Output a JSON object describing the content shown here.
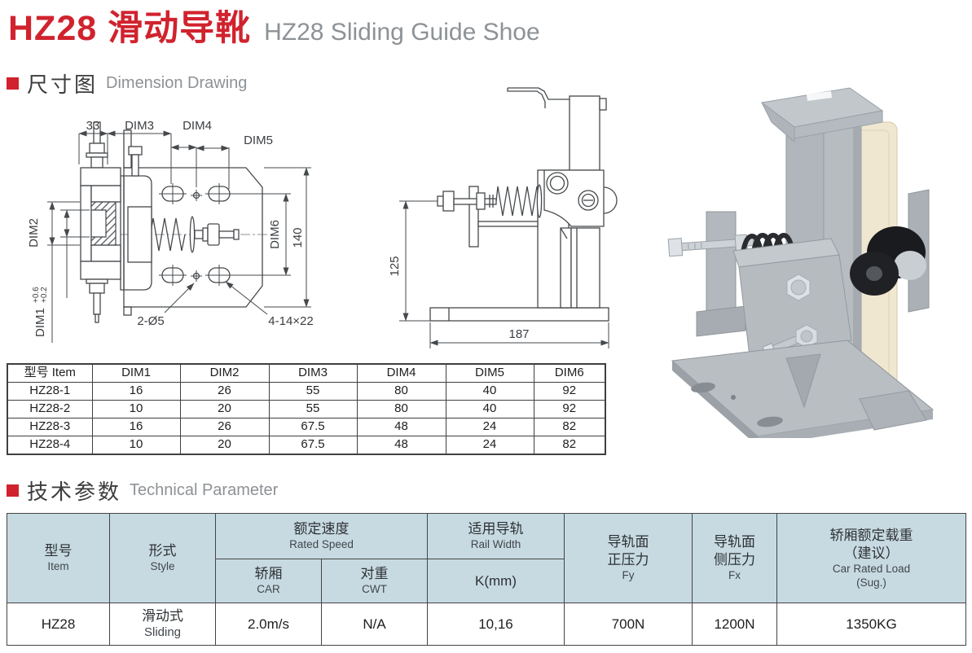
{
  "header": {
    "title_cn": "HZ28 滑动导靴",
    "title_en": "HZ28 Sliding Guide Shoe"
  },
  "sections": {
    "dimension": {
      "cn": "尺寸图",
      "en": "Dimension Drawing"
    },
    "technical": {
      "cn": "技术参数",
      "en": "Technical Parameter"
    }
  },
  "drawings": {
    "front": {
      "dim_33": "33",
      "dim3": "DIM3",
      "dim4": "DIM4",
      "dim5": "DIM5",
      "dim2": "DIM2",
      "dim1": "DIM1",
      "dim1_tol_top": "+0.6",
      "dim1_tol_bottom": "+0.2",
      "dim6": "DIM6",
      "dim_140": "140",
      "small_holes": "2-Ø5",
      "slot_holes": "4-14×22"
    },
    "side": {
      "dim_125": "125",
      "dim_187": "187"
    }
  },
  "dimension_table": {
    "headers": [
      "型号 Item",
      "DIM1",
      "DIM2",
      "DIM3",
      "DIM4",
      "DIM5",
      "DIM6"
    ],
    "rows": [
      [
        "HZ28-1",
        "16",
        "26",
        "55",
        "80",
        "40",
        "92"
      ],
      [
        "HZ28-2",
        "10",
        "20",
        "55",
        "80",
        "40",
        "92"
      ],
      [
        "HZ28-3",
        "16",
        "26",
        "67.5",
        "48",
        "24",
        "82"
      ],
      [
        "HZ28-4",
        "10",
        "20",
        "67.5",
        "48",
        "24",
        "82"
      ]
    ]
  },
  "tech_table": {
    "headers": {
      "item_cn": "型号",
      "item_en": "Item",
      "style_cn": "形式",
      "style_en": "Style",
      "speed_cn": "额定速度",
      "speed_en": "Rated Speed",
      "car_cn": "轿厢",
      "car_en": "CAR",
      "cwt_cn": "对重",
      "cwt_en": "CWT",
      "rail_cn": "适用导轨",
      "rail_en": "Rail Width",
      "k_unit": "K(mm)",
      "fy_cn1": "导轨面",
      "fy_cn2": "正压力",
      "fy_en": "Fy",
      "fx_cn1": "导轨面",
      "fx_cn2": "侧压力",
      "fx_en": "Fx",
      "load_cn1": "轿厢额定载重",
      "load_cn2": "（建议）",
      "load_en1": "Car Rated Load",
      "load_en2": "(Sug.)"
    },
    "row": {
      "item": "HZ28",
      "style_cn": "滑动式",
      "style_en": "Sliding",
      "car_speed": "2.0m/s",
      "cwt_speed": "N/A",
      "k_value": "10,16",
      "fy": "700N",
      "fx": "1200N",
      "load": "1350KG"
    }
  },
  "colors": {
    "accent_red": "#d0232e",
    "muted_gray": "#8d9296",
    "table_header_bg": "#c7dae2",
    "line_dark": "#3f3f3f"
  }
}
